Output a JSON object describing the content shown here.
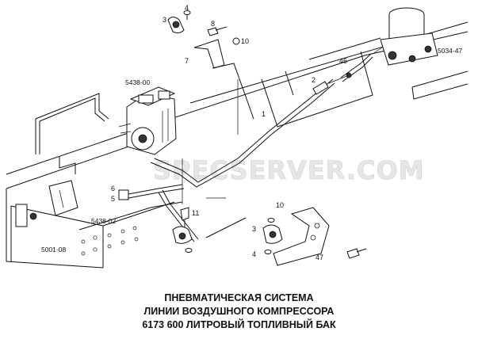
{
  "watermark": "SPECSERVER.COM",
  "callouts": {
    "c1": "1",
    "c2": "2",
    "c3a": "3",
    "c3b": "3",
    "c4a": "4",
    "c4b": "4",
    "c5": "5",
    "c6": "6",
    "c7": "7",
    "c8": "8",
    "c10a": "10",
    "c10b": "10",
    "c11": "11",
    "c46": "46",
    "c47": "47"
  },
  "part_numbers": {
    "compressor": "5438-00",
    "air_dryer": "5034-47",
    "pipe": "5438-02",
    "frame": "5001-08"
  },
  "caption": {
    "line1": "ПНЕВМАТИЧЕСКАЯ СИСТЕМА",
    "line2": "ЛИНИИ ВОЗДУШНОГО КОМПРЕССОРА",
    "line3": "6173  600 ЛИТРОВЫЙ ТОПЛИВНЫЙ БАК"
  }
}
